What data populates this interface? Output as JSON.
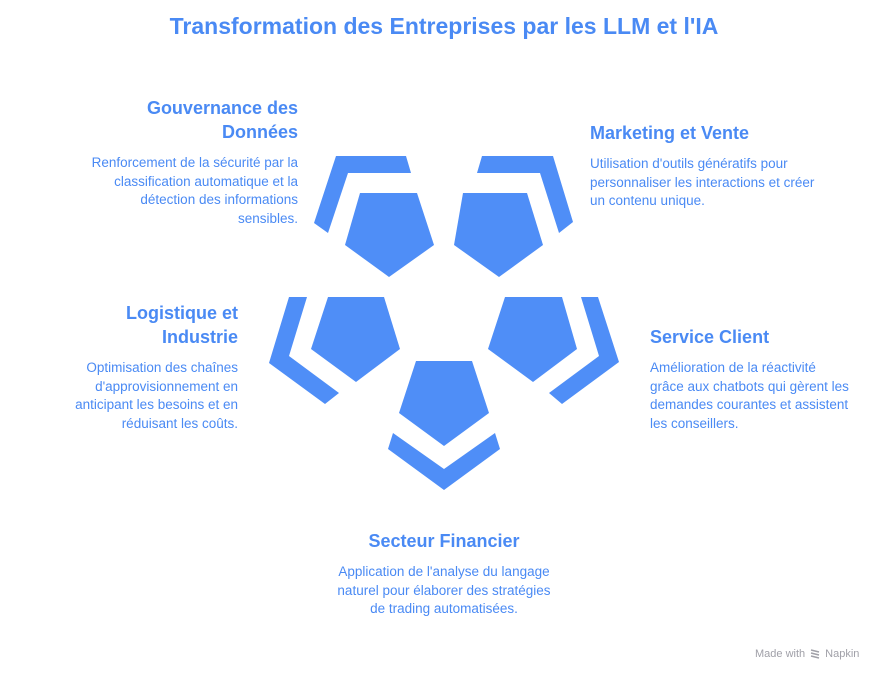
{
  "title": "Transformation des Entreprises par les LLM et l'IA",
  "accent": "#4f8ef7",
  "sections": [
    {
      "heading": "Gouvernance des Données",
      "text": "Renforcement de la sécurité par la classification automatique et la détection des informations sensibles."
    },
    {
      "heading": "Marketing et Vente",
      "text": "Utilisation d'outils génératifs pour personnaliser les interactions et créer un contenu unique."
    },
    {
      "heading": "Logistique et Industrie",
      "text": "Optimisation des chaînes d'approvisionnement en anticipant les besoins et en réduisant les coûts."
    },
    {
      "heading": "Service Client",
      "text": "Amélioration de la réactivité grâce aux chatbots qui gèrent les demandes courantes et assistent les conseillers."
    },
    {
      "heading": "Secteur Financier",
      "text": "Application de l'analyse du langage naturel pour élaborer des stratégies de trading automatisées."
    }
  ],
  "watermark": {
    "prefix": "Made with",
    "brand": "Napkin",
    "icon": "napkin-logo-icon"
  }
}
